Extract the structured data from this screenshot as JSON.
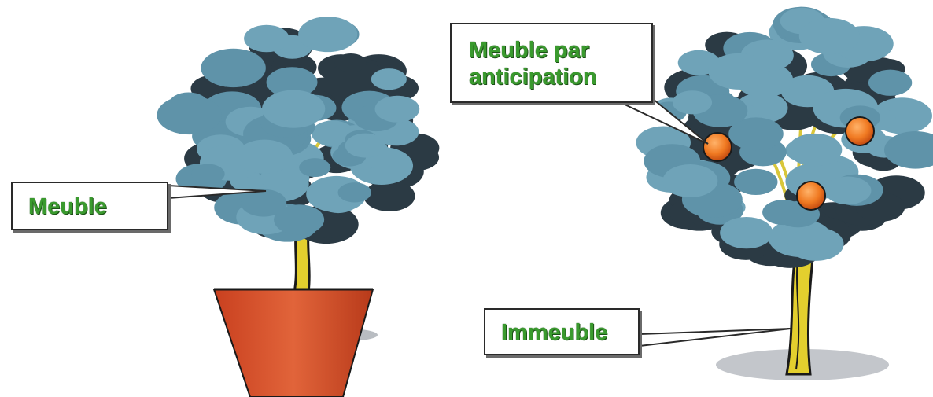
{
  "labels": {
    "meuble": "Meuble",
    "meuble_par_anticipation_line1": "Meuble par",
    "meuble_par_anticipation_line2": "anticipation",
    "immeuble": "Immeuble"
  },
  "colors": {
    "label_text": "#3a9a2e",
    "foliage_light": "#6fa3b8",
    "foliage_dark": "#2b3a44",
    "trunk": "#e3cf2e",
    "pot": "#d4502a",
    "fruit": "#f07a22"
  }
}
